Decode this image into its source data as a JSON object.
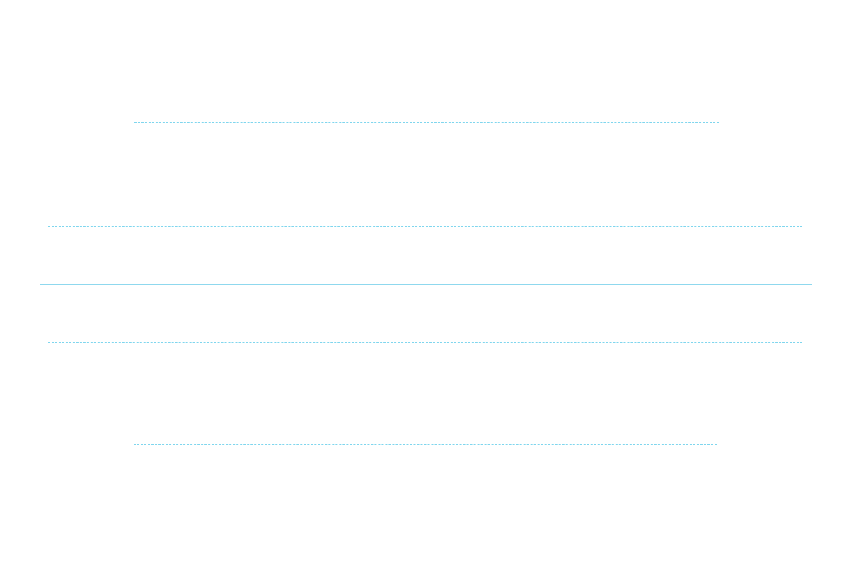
{
  "canvas": {
    "background": "#ffffff",
    "line_color": "#7fd6ee",
    "center_line_color": "#8fd8ee"
  },
  "lines": [
    {
      "id": "guide-line-1",
      "style": "dashed"
    },
    {
      "id": "guide-line-2",
      "style": "dashed"
    },
    {
      "id": "center-line",
      "style": "solid"
    },
    {
      "id": "guide-line-4",
      "style": "dashed"
    },
    {
      "id": "guide-line-5",
      "style": "dashed"
    }
  ]
}
